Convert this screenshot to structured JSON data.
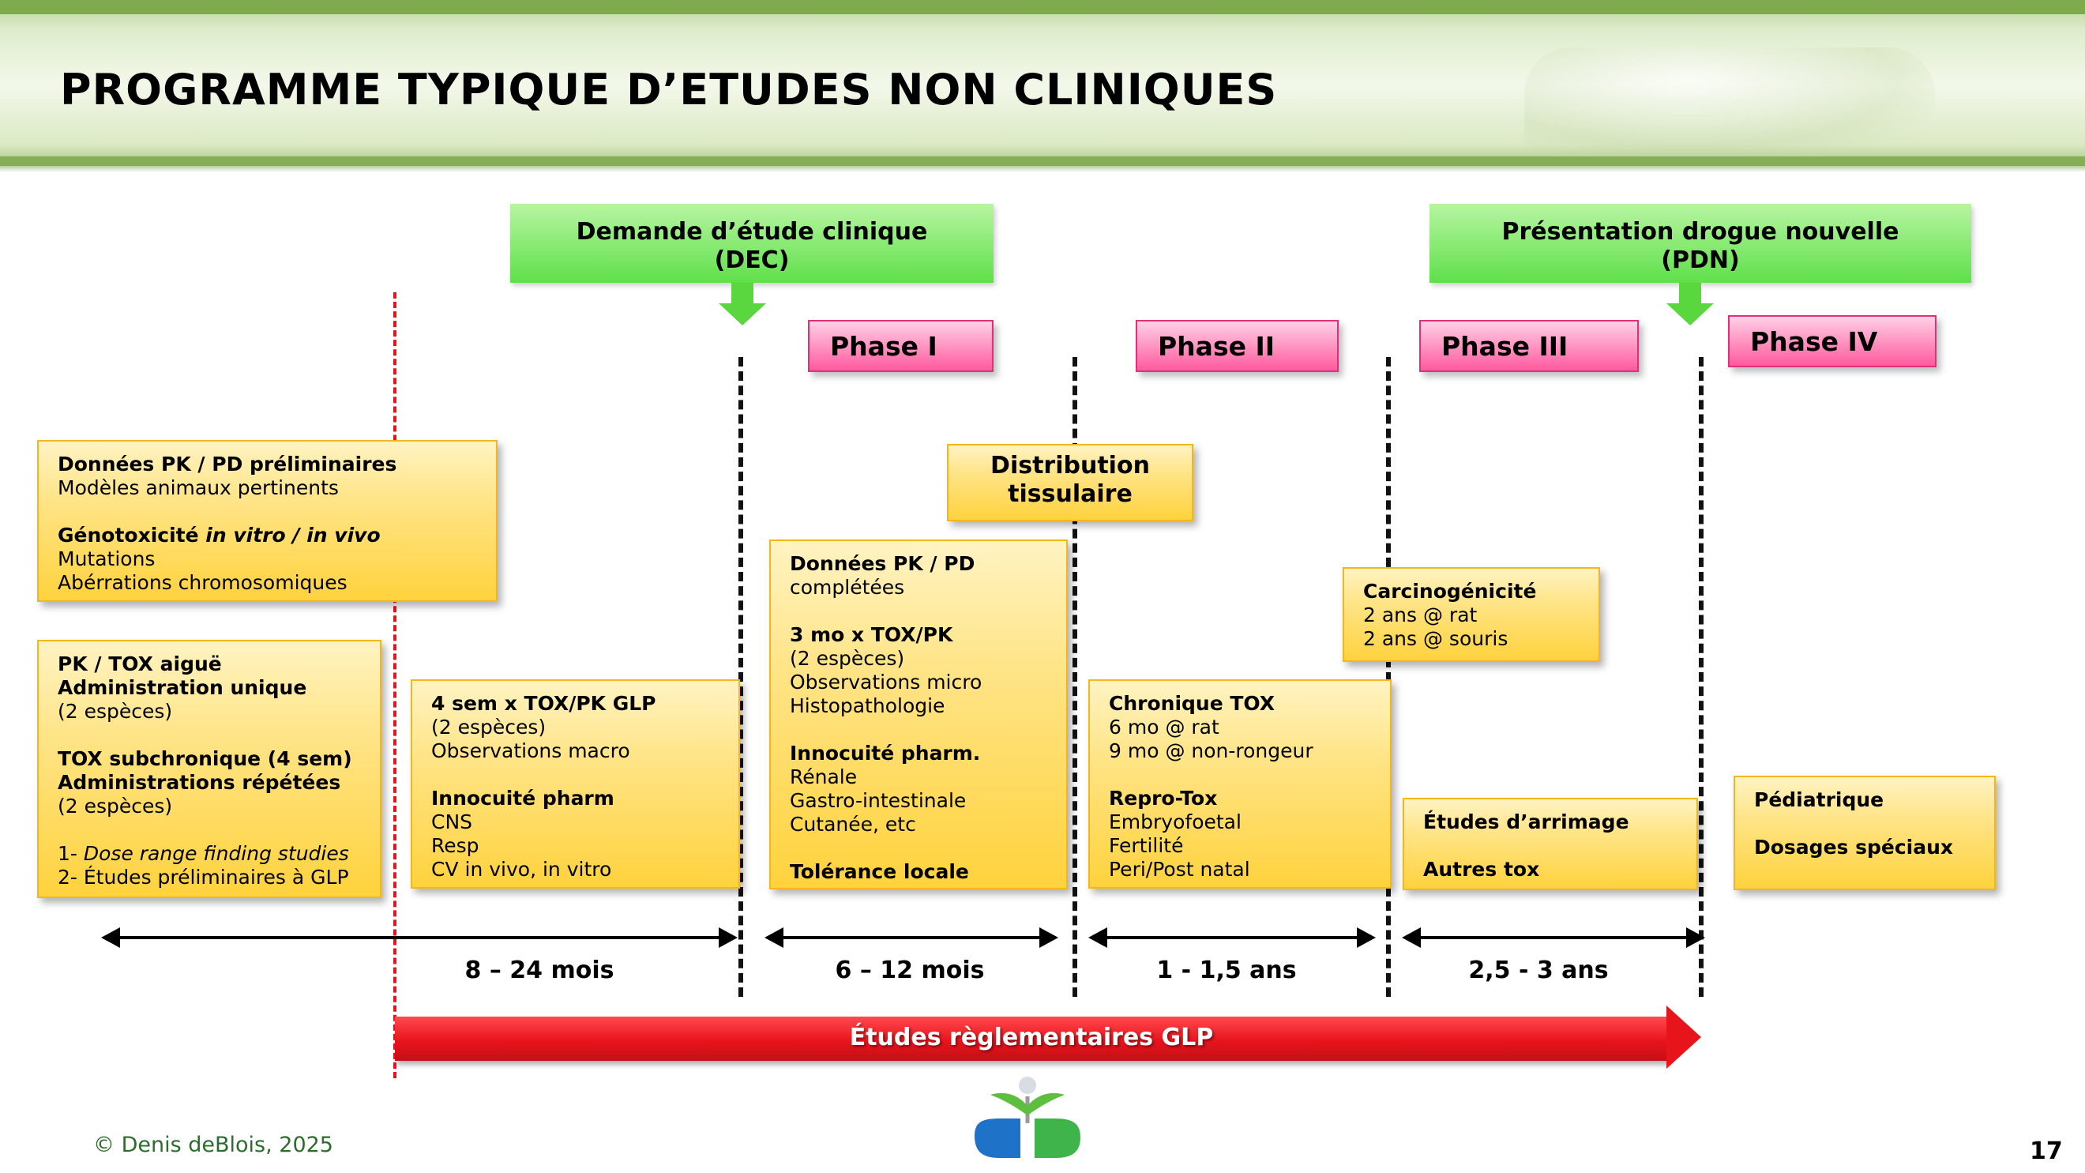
{
  "title": "PROGRAMME TYPIQUE D’ETUDES NON CLINIQUES",
  "milestones": {
    "dec": {
      "line1": "Demande d’étude clinique",
      "line2": "(DEC)"
    },
    "pdn": {
      "line1": "Présentation drogue nouvelle",
      "line2": "(PDN)"
    }
  },
  "phases": [
    "Phase I",
    "Phase II",
    "Phase III",
    "Phase IV"
  ],
  "boxes": {
    "pkpd_prelim": {
      "l1": "Données PK / PD préliminaires",
      "l2": "Modèles animaux pertinents",
      "l3a": "Génotoxicité ",
      "l3b": "in vitro / in vivo",
      "l4": "Mutations",
      "l5": "Abérrations chromosomiques"
    },
    "acute": {
      "l1": "PK / TOX aiguë",
      "l2": "Administration unique",
      "l3": "(2 espèces)",
      "l4": "TOX subchronique (4 sem)",
      "l5": "Administrations répétées",
      "l6": "(2 espèces)",
      "l7a": "1- ",
      "l7b": "Dose range finding studies",
      "l8": "2- Études préliminaires à GLP"
    },
    "glp4": {
      "l1": "4 sem x TOX/PK GLP",
      "l2": "(2 espèces)",
      "l3": "Observations macro",
      "l4": "Innocuité pharm",
      "l5": "CNS",
      "l6": "Resp",
      "l7": "CV in vivo, in vitro"
    },
    "distribution": {
      "l1": "Distribution",
      "l2": "tissulaire"
    },
    "pkpd_complete": {
      "l1": "Données PK / PD",
      "l2": "complétées",
      "l3": "3 mo x TOX/PK",
      "l4": "(2 espèces)",
      "l5": "Observations micro",
      "l6": "Histopathologie",
      "l7": "Innocuité pharm.",
      "l8": "Rénale",
      "l9": "Gastro-intestinale",
      "l10": "Cutanée, etc",
      "l11": "Tolérance locale"
    },
    "carcino": {
      "l1": "Carcinogénicité",
      "l2": "2 ans @ rat",
      "l3": "2 ans @ souris"
    },
    "chronic": {
      "l1": "Chronique TOX",
      "l2": "6 mo @ rat",
      "l3": "9 mo @ non-rongeur",
      "l4": "Repro-Tox",
      "l5": "Embryofoetal",
      "l6": "Fertilité",
      "l7": "Peri/Post natal"
    },
    "bridging": {
      "l1": "Études d’arrimage",
      "l2": "Autres tox"
    },
    "pediatric": {
      "l1": "Pédiatrique",
      "l2": "Dosages spéciaux"
    }
  },
  "durations": [
    "8 – 24 mois",
    "6 – 12 mois",
    "1 - 1,5 ans",
    "2,5 - 3 ans"
  ],
  "glp_arrow": "Études règlementaires GLP",
  "footer": "© Denis deBlois, 2025",
  "page_number": "17"
}
